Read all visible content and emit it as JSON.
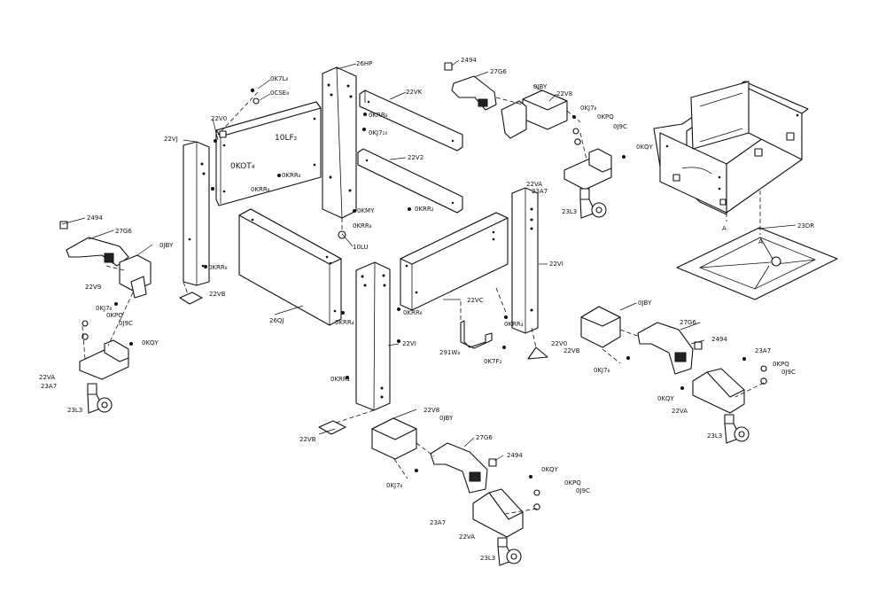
{
  "labels": {
    "p_0k7l": "0K7L₈",
    "p_0cse": "0CSE₈",
    "p_26hp": "26HP",
    "p_2494_top": "2494",
    "p_27g6_top": "27G6",
    "p_0jby_top": "0JBY",
    "p_22vk": "22VK",
    "p_22v8_top": "22V8",
    "p_0kj7_top": "0KJ7₈",
    "p_22v0": "22V0",
    "p_0krr_a": "0KRR₈",
    "p_0kpq_top": "0KPQ",
    "p_0j9c_top": "0J9C",
    "p_10lf": "10LF₂",
    "p_0kj7_mid": "0KJ7₁₀",
    "p_22vj": "22VJ",
    "p_0kot": "0KOT₄",
    "p_0krr_b": "0KRR₈",
    "p_22v2": "22V2",
    "p_0kqy_top": "0KQY",
    "p_0krr_c": "0KRR₈",
    "p_22va_top": "22VA",
    "p_23a7_top": "23A7",
    "p_0kmy": "0KMY",
    "p_0krr_d": "0KRR₂",
    "p_0krr_e": "0KRR₈",
    "p_23l3_top": "23L3",
    "p_23dr": "23DR",
    "p_2494_left": "2494",
    "p_27g6_left": "27G6",
    "p_0jby_left": "0JBY",
    "p_10lu": "10LU",
    "p_22vi_right": "22VI",
    "p_0krr_f": "0KRR₈",
    "p_22v9": "22V9",
    "p_22vb_left": "22VB",
    "p_0kj7_left": "0KJ7₈",
    "p_0kpq_left": "0KPQ",
    "p_0j9c_left": "0J9C",
    "p_26qj": "26QJ",
    "p_0krr_g": "0KRR₄",
    "p_22vc": "22VC",
    "p_0kqy_left": "0KQY",
    "p_22va_left": "22VA",
    "p_23a7_left": "23A7",
    "p_23l3_left": "23L3",
    "p_22vi_mid": "22VI",
    "p_0krr_h": "0KRR₈",
    "p_291w": "291W₄",
    "p_0k7f": "0K7F₂",
    "p_0krr_i": "0KRR₄",
    "p_0jby_right": "0JBY",
    "p_27g6_right": "27G6",
    "p_2494_right": "2494",
    "p_22v0_right": "22V0",
    "p_22vb_right": "22VB",
    "p_23a7_right": "23A7",
    "p_0kpq_right": "0KPQ",
    "p_0j9c_right": "0J9C",
    "p_0kj7_right": "0KJ7₈",
    "p_0kqy_right": "0KQY",
    "p_22va_right": "22VA",
    "p_23l3_right": "23L3",
    "p_22v8_bot": "22V8",
    "p_0jby_bot": "0JBY",
    "p_22vb_bot": "22VB",
    "p_27g6_bot": "27G6",
    "p_2494_bot": "2494",
    "p_0kqy_bot": "0KQY",
    "p_0kj7_bot": "0KJ7₈",
    "p_0kpq_bot": "0KPQ",
    "p_0j9c_bot": "0J9C",
    "p_23a7_bot": "23A7",
    "p_22va_bot": "22VA",
    "p_23l3_bot": "23L3",
    "p_ab_a": "A",
    "p_ab_b": "A"
  }
}
